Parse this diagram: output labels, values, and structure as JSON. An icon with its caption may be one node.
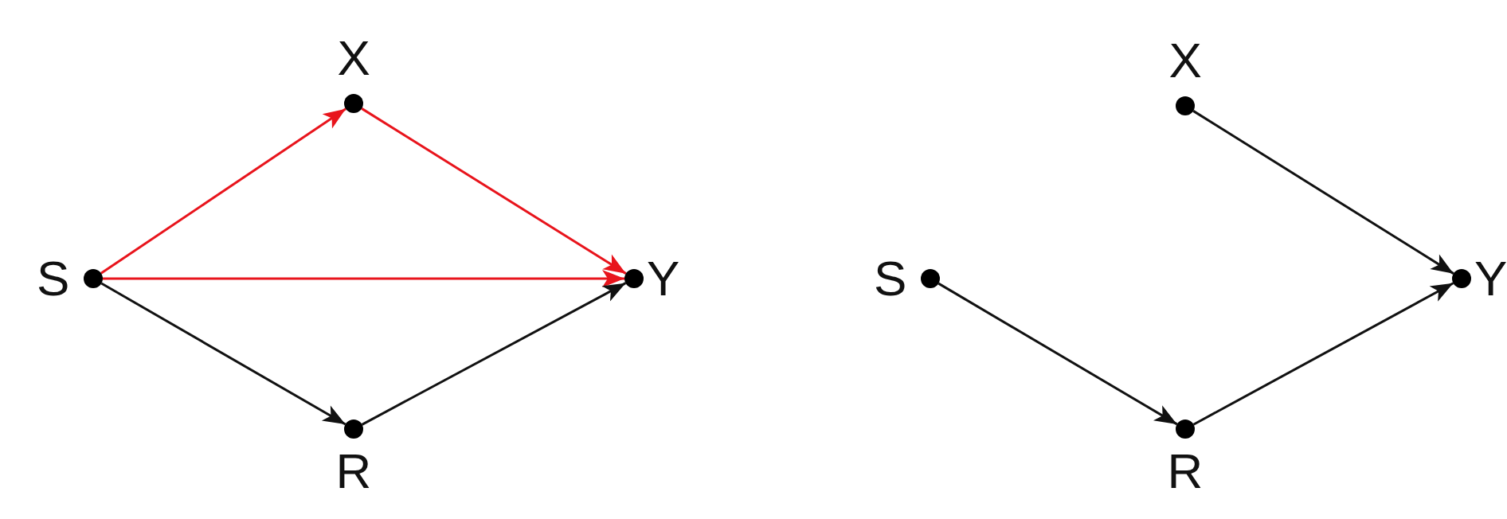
{
  "diagram": {
    "nodes": [
      {
        "text": [],
        "shape": "circle",
        "beside": [
          "X"
        ]
      },
      {
        "text": [],
        "shape": "circle",
        "beside": [
          "S"
        ]
      },
      {
        "text": [],
        "shape": "circle",
        "beside": [
          "Y"
        ]
      },
      {
        "text": [],
        "shape": "circle",
        "beside": [
          "R"
        ]
      },
      {
        "text": [],
        "shape": "circle",
        "beside": [
          "X"
        ]
      },
      {
        "text": [],
        "shape": "circle",
        "beside": [
          "S"
        ]
      },
      {
        "text": [],
        "shape": "circle",
        "beside": [
          "Y"
        ]
      },
      {
        "text": [],
        "shape": "circle",
        "beside": [
          "R"
        ]
      }
    ],
    "edges": [
      {
        "from": 1,
        "to": 0,
        "arrow": "to",
        "color": "#e8141c"
      },
      {
        "from": 0,
        "to": 2,
        "arrow": "to",
        "color": "#e8141c"
      },
      {
        "from": 1,
        "to": 2,
        "arrow": "to",
        "color": "#e8141c"
      },
      {
        "from": 1,
        "to": 3,
        "arrow": "to"
      },
      {
        "from": 3,
        "to": 2,
        "arrow": "to"
      },
      {
        "from": 4,
        "to": 6,
        "arrow": "to"
      },
      {
        "from": 5,
        "to": 7,
        "arrow": "to"
      },
      {
        "from": 7,
        "to": 6,
        "arrow": "to"
      }
    ]
  }
}
